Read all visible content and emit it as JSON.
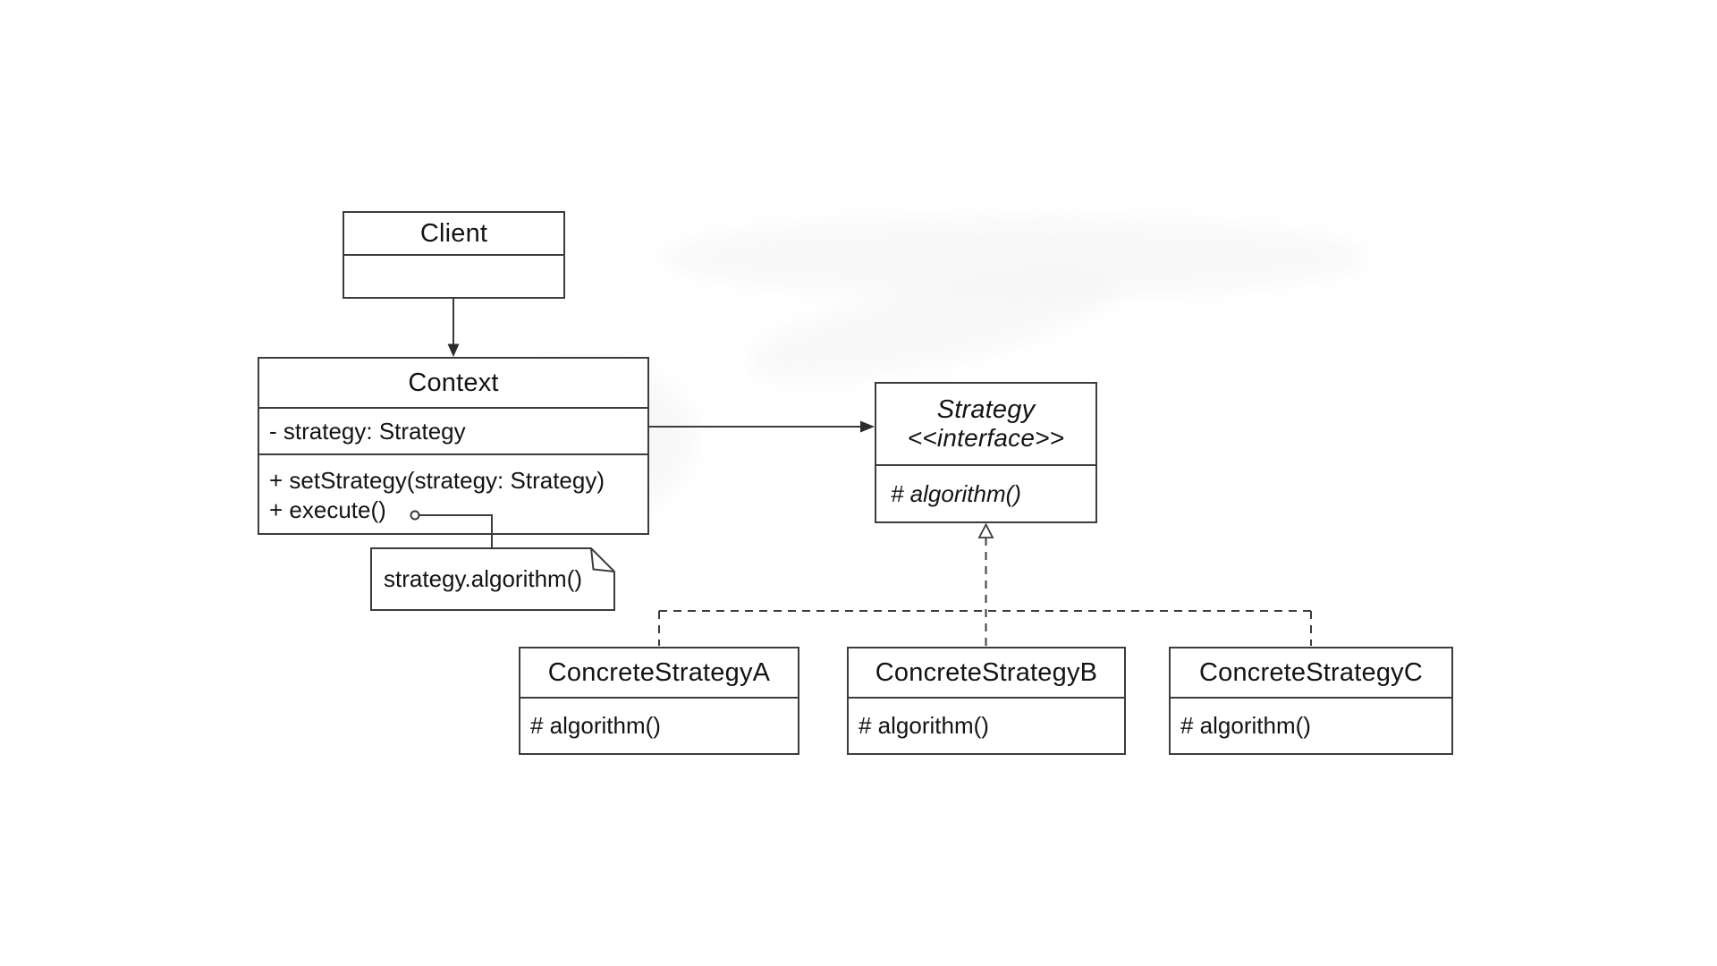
{
  "colors": {
    "background": "#ffffff",
    "line": "#3c3c3c",
    "text": "#141414"
  },
  "classes": {
    "client": {
      "name": "Client"
    },
    "context": {
      "name": "Context",
      "attributes": [
        "- strategy: Strategy"
      ],
      "methods": [
        "+ setStrategy(strategy: Strategy)",
        "+ execute()"
      ]
    },
    "strategy": {
      "name": "Strategy",
      "stereotype": "<<interface>>",
      "methods": [
        "# algorithm()"
      ]
    },
    "concrete_a": {
      "name": "ConcreteStrategyA",
      "methods": [
        "# algorithm()"
      ]
    },
    "concrete_b": {
      "name": "ConcreteStrategyB",
      "methods": [
        "# algorithm()"
      ]
    },
    "concrete_c": {
      "name": "ConcreteStrategyC",
      "methods": [
        "# algorithm()"
      ]
    }
  },
  "note": {
    "text": "strategy.algorithm()"
  }
}
